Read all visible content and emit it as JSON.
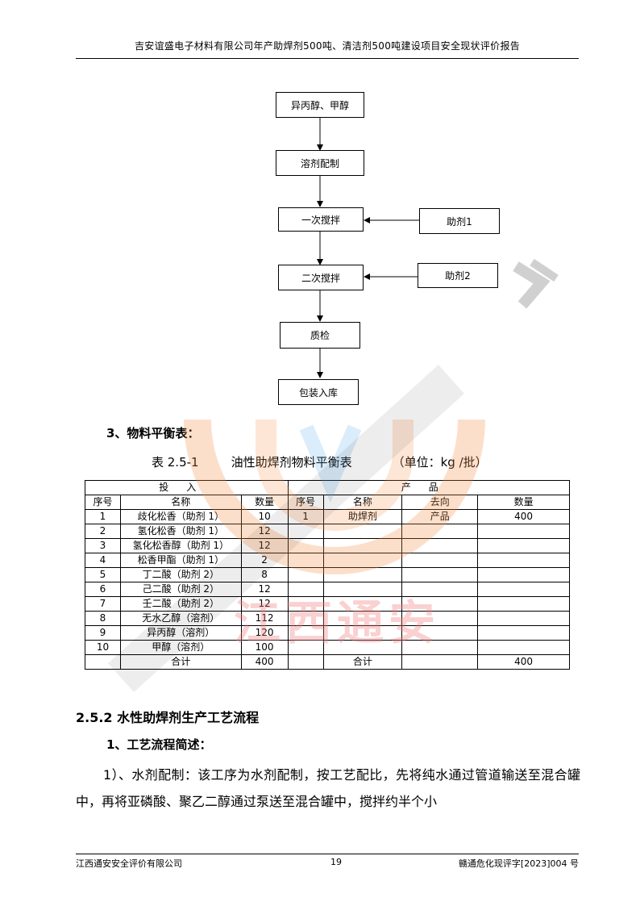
{
  "header": {
    "title": "吉安谊盛电子材料有限公司年产助焊剂500吨、清洁剂500吨建设项目安全现状评价报告"
  },
  "flowchart": {
    "steps": [
      "异丙醇、甲醇",
      "溶剂配制",
      "一次搅拌",
      "二次搅拌",
      "质检",
      "包装入库"
    ],
    "inputs": [
      "助剂1",
      "助剂2"
    ]
  },
  "section3": {
    "title": "3、物料平衡表："
  },
  "table_caption": {
    "number": "表 2.5-1",
    "name": "油性助焊剂物料平衡表",
    "unit": "（单位：kg /批）"
  },
  "table": {
    "group_in": "投入",
    "group_out": "产品",
    "headers": [
      "序号",
      "名称",
      "数量",
      "序号",
      "名称",
      "去向",
      "数量"
    ],
    "rows": [
      [
        "1",
        "歧化松香（助剂 1）",
        "10",
        "1",
        "助焊剂",
        "产品",
        "400"
      ],
      [
        "2",
        "氢化松香（助剂 1）",
        "12",
        "",
        "",
        "",
        ""
      ],
      [
        "3",
        "氢化松香醇（助剂 1）",
        "12",
        "",
        "",
        "",
        ""
      ],
      [
        "4",
        "松香甲酯（助剂 1）",
        "2",
        "",
        "",
        "",
        ""
      ],
      [
        "5",
        "丁二酸（助剂 2）",
        "8",
        "",
        "",
        "",
        ""
      ],
      [
        "6",
        "己二酸（助剂 2）",
        "12",
        "",
        "",
        "",
        ""
      ],
      [
        "7",
        "壬二酸（助剂 2）",
        "12",
        "",
        "",
        "",
        ""
      ],
      [
        "8",
        "无水乙醇（溶剂）",
        "112",
        "",
        "",
        "",
        ""
      ],
      [
        "9",
        "异丙醇（溶剂）",
        "120",
        "",
        "",
        "",
        ""
      ],
      [
        "10",
        "甲醇（溶剂）",
        "100",
        "",
        "",
        "",
        ""
      ]
    ],
    "total": {
      "label_in": "合计",
      "value_in": "400",
      "label_out": "合计",
      "value_out": "400"
    }
  },
  "section252": {
    "title": "2.5.2 水性助焊剂生产工艺流程"
  },
  "subsection1": {
    "title": "1、工艺流程简述："
  },
  "paragraph": "1）、水剂配制：该工序为水剂配制，按工艺配比，先将纯水通过管道输送至混合罐中，再将亚磷酸、聚乙二醇通过泵送至混合罐中，搅拌约半个小",
  "footer": {
    "company": "江西通安安全评价有限公司",
    "page": "19",
    "doc_no": "赣通危化现评字[2023]004 号"
  },
  "watermark": {
    "text": "江西通安"
  }
}
